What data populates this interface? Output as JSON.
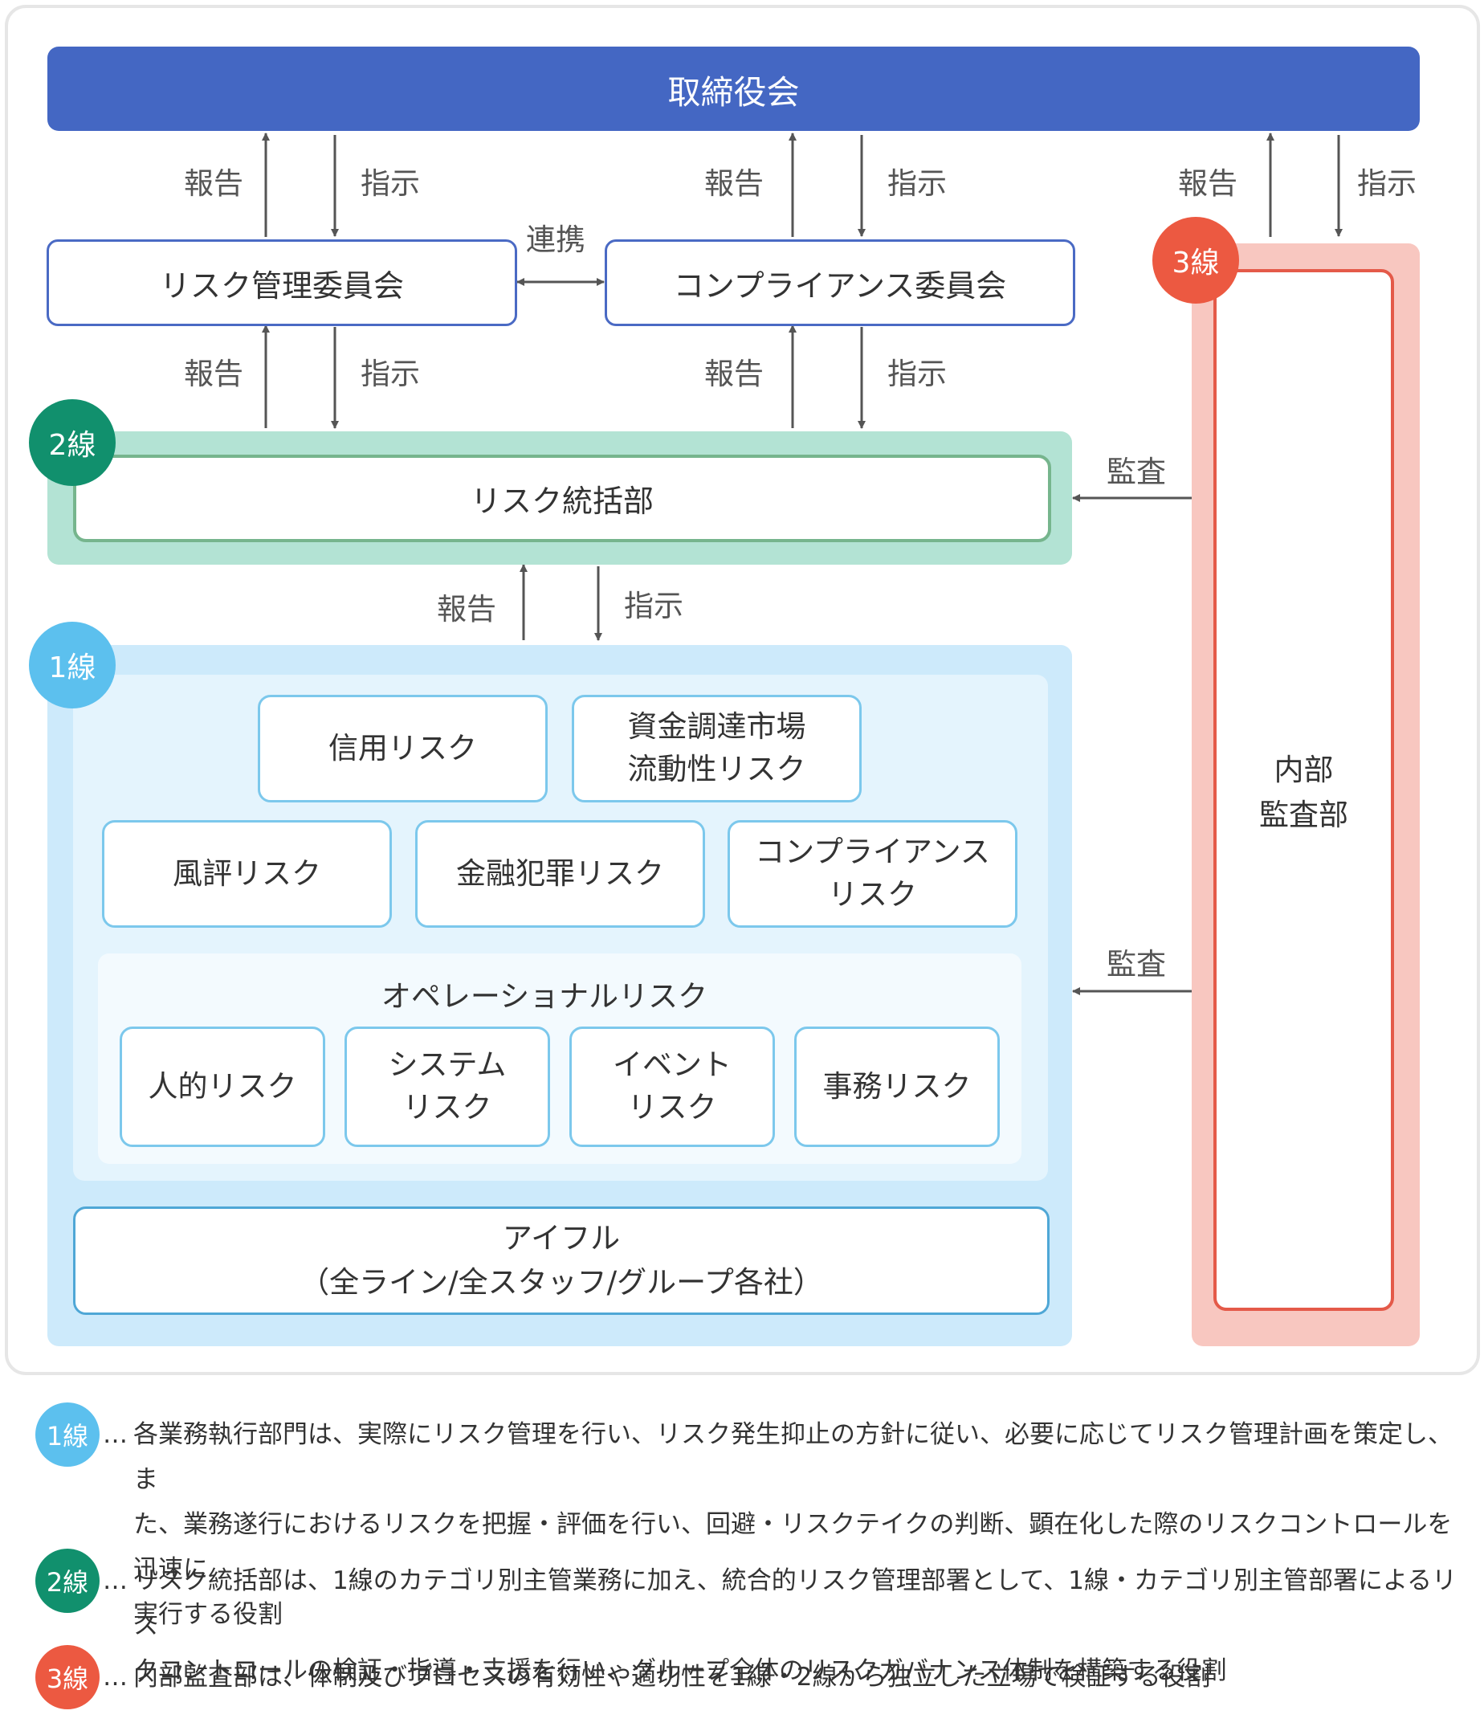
{
  "board": "取締役会",
  "labels": {
    "report": "報告",
    "instruct": "指示",
    "collab": "連携",
    "audit": "監査"
  },
  "committees": {
    "risk": "リスク管理委員会",
    "compliance": "コンプライアンス委員会"
  },
  "badges": {
    "line1": "1線",
    "line2": "2線",
    "line3": "3線"
  },
  "line2": {
    "dept": "リスク統括部"
  },
  "line1": {
    "risks": {
      "credit": "信用リスク",
      "funding_l1": "資金調達市場",
      "funding_l2": "流動性リスク",
      "reputation": "風評リスク",
      "crime": "金融犯罪リスク",
      "compliance_l1": "コンプライアンス",
      "compliance_l2": "リスク"
    },
    "operational": {
      "title": "オペレーショナルリスク",
      "human": "人的リスク",
      "system_l1": "システム",
      "system_l2": "リスク",
      "event_l1": "イベント",
      "event_l2": "リスク",
      "admin": "事務リスク"
    },
    "aiful_l1": "アイフル",
    "aiful_l2": "（全ライン/全スタッフ/グループ各社）"
  },
  "line3": {
    "dept_l1": "内部",
    "dept_l2": "監査部"
  },
  "notes": {
    "dots": "…",
    "n1_l1": "各業務執行部門は、実際にリスク管理を行い、リスク発生抑止の方針に従い、必要に応じてリスク管理計画を策定し、ま",
    "n1_l2": "た、業務遂行におけるリスクを把握・評価を行い、回避・リスクテイクの判断、顕在化した際のリスクコントロールを迅速に",
    "n1_l3": "実行する役割",
    "n2_l1": "リスク統括部は、1線のカテゴリ別主管業務に加え、統合的リスク管理部署として、1線・カテゴリ別主管部署によるリス",
    "n2_l2": "クコントロールの検証・指導・支援を行い、グループ全体のリスクガバナンス体制を構築する役割",
    "n3_l1": "内部監査部は、体制及びプロセスの有効性や適切性を1線・2線から独立した立場で検証する役割"
  },
  "colors": {
    "board": "#4467c3",
    "line1": "#5cc0ee",
    "line2": "#11906d",
    "line3": "#ec5941",
    "line1_bg": "#cdeafb",
    "line2_bg": "#b3e3d4",
    "line3_bg": "#f8c7c0"
  }
}
